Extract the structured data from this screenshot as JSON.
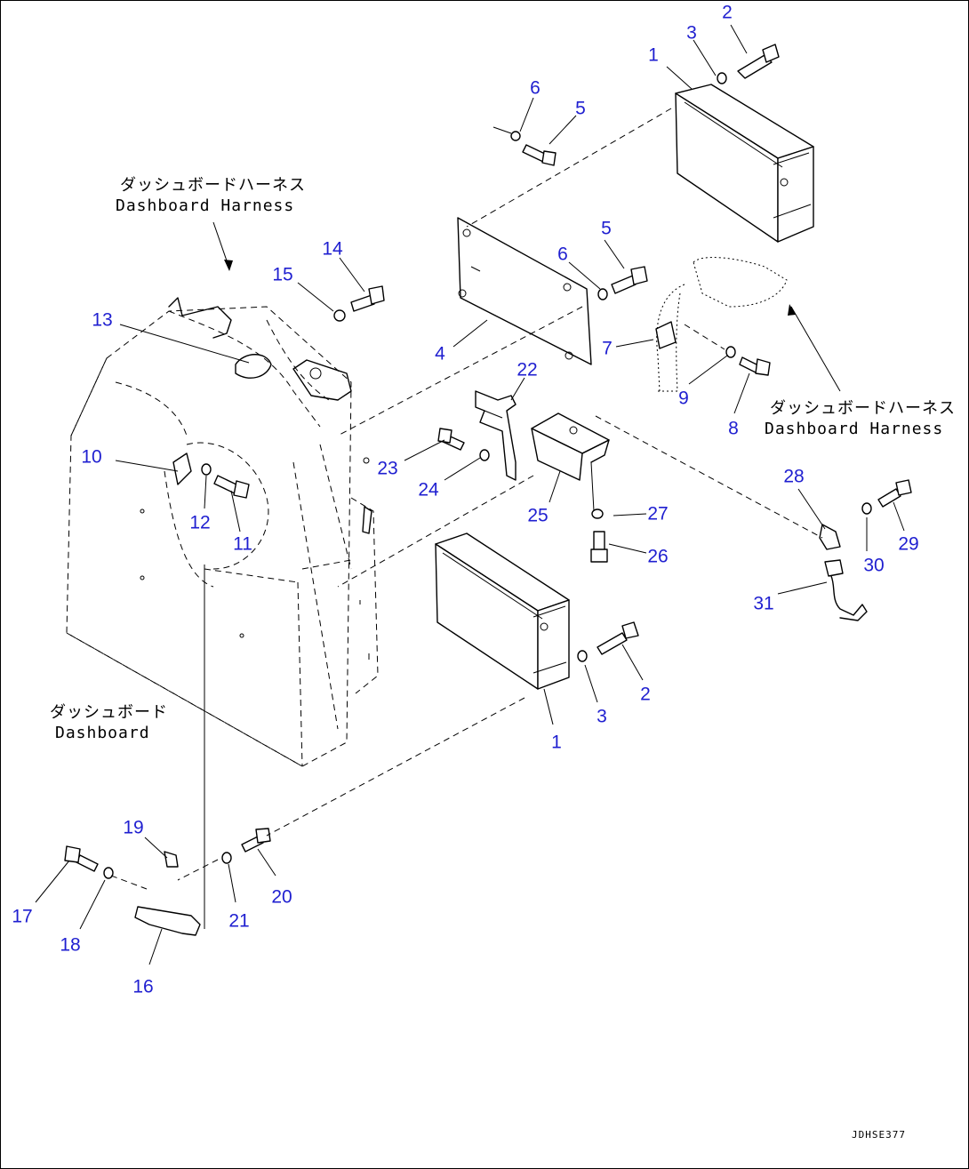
{
  "callouts": [
    {
      "key": "c1a",
      "text": "1"
    },
    {
      "key": "c2a",
      "text": "2"
    },
    {
      "key": "c3a",
      "text": "3"
    },
    {
      "key": "c6a",
      "text": "6"
    },
    {
      "key": "c5a",
      "text": "5"
    },
    {
      "key": "c5b",
      "text": "5"
    },
    {
      "key": "c6b",
      "text": "6"
    },
    {
      "key": "c4",
      "text": "4"
    },
    {
      "key": "c7",
      "text": "7"
    },
    {
      "key": "c9",
      "text": "9"
    },
    {
      "key": "c8",
      "text": "8"
    },
    {
      "key": "c14",
      "text": "14"
    },
    {
      "key": "c15",
      "text": "15"
    },
    {
      "key": "c13",
      "text": "13"
    },
    {
      "key": "c10",
      "text": "10"
    },
    {
      "key": "c12",
      "text": "12"
    },
    {
      "key": "c11",
      "text": "11"
    },
    {
      "key": "c22",
      "text": "22"
    },
    {
      "key": "c23",
      "text": "23"
    },
    {
      "key": "c24",
      "text": "24"
    },
    {
      "key": "c25",
      "text": "25"
    },
    {
      "key": "c27",
      "text": "27"
    },
    {
      "key": "c26",
      "text": "26"
    },
    {
      "key": "c28",
      "text": "28"
    },
    {
      "key": "c29",
      "text": "29"
    },
    {
      "key": "c30",
      "text": "30"
    },
    {
      "key": "c31",
      "text": "31"
    },
    {
      "key": "c2b",
      "text": "2"
    },
    {
      "key": "c3b",
      "text": "3"
    },
    {
      "key": "c1b",
      "text": "1"
    },
    {
      "key": "c19",
      "text": "19"
    },
    {
      "key": "c20",
      "text": "20"
    },
    {
      "key": "c21",
      "text": "21"
    },
    {
      "key": "c17",
      "text": "17"
    },
    {
      "key": "c18",
      "text": "18"
    },
    {
      "key": "c16",
      "text": "16"
    }
  ],
  "labels": {
    "harness_left_jp": "ダッシュボードハーネス",
    "harness_left_en": "Dashboard Harness",
    "harness_right_jp": "ダッシュボードハーネス",
    "harness_right_en": "Dashboard Harness",
    "dashboard_jp": "ダッシュボード",
    "dashboard_en": "Dashboard"
  },
  "drawing_code": "JDHSE377",
  "colors": {
    "callout": "#1f1fd0",
    "line": "#000000"
  }
}
